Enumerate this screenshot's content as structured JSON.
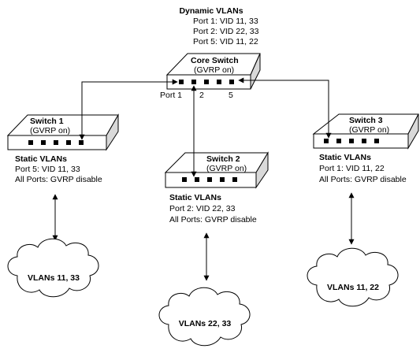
{
  "core": {
    "dynamic_title": "Dynamic VLANs",
    "dynamic_lines": [
      "Port 1: VID 11, 33",
      "Port 2: VID 22, 33",
      "Port 5: VID 11, 22"
    ],
    "name": "Core Switch",
    "gvrp": "(GVRP on)",
    "port_labels": [
      "Port 1",
      "2",
      "5"
    ]
  },
  "switch1": {
    "name": "Switch 1",
    "gvrp": "(GVRP on)",
    "static_title": "Static VLANs",
    "static_lines": [
      "Port 5: VID 11, 33",
      "All Ports: GVRP disable"
    ],
    "cloud_label": "VLANs 11, 33"
  },
  "switch2": {
    "name": "Switch 2",
    "gvrp": "(GVRP on)",
    "static_title": "Static VLANs",
    "static_lines": [
      "Port 2: VID 22, 33",
      "All Ports: GVRP disable"
    ],
    "cloud_label": "VLANs 22, 33"
  },
  "switch3": {
    "name": "Switch 3",
    "gvrp": "(GVRP on)",
    "static_title": "Static VLANs",
    "static_lines": [
      "Port 1: VID 11, 22",
      "All Ports: GVRP disable"
    ],
    "cloud_label": "VLANs 11, 22"
  }
}
